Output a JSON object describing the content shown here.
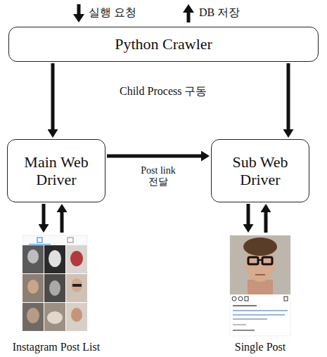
{
  "diagram": {
    "nodes": [
      {
        "text": [
          "Python Crawler"
        ]
      },
      {
        "text": [
          "Main Web Driver"
        ]
      },
      {
        "text": [
          "Sub Web Driver"
        ]
      },
      {
        "text": [
          "Instagram Post List"
        ]
      },
      {
        "text": [
          "Single Post"
        ]
      }
    ],
    "edges": [
      {
        "from": 0,
        "to": 1,
        "arrow": "to"
      },
      {
        "from": 0,
        "to": 2,
        "arrow": "to"
      },
      {
        "from": 1,
        "to": 2,
        "label": "Post link 전달",
        "arrow": "to"
      },
      {
        "from": 1,
        "to": 3,
        "arrow": "to"
      },
      {
        "from": 3,
        "to": 1,
        "arrow": "to"
      },
      {
        "from": 2,
        "to": 4,
        "arrow": "to"
      },
      {
        "from": 4,
        "to": 2,
        "arrow": "to"
      }
    ],
    "labels": [
      "실행 요청",
      "DB 저장",
      "Child Process 구동"
    ]
  }
}
